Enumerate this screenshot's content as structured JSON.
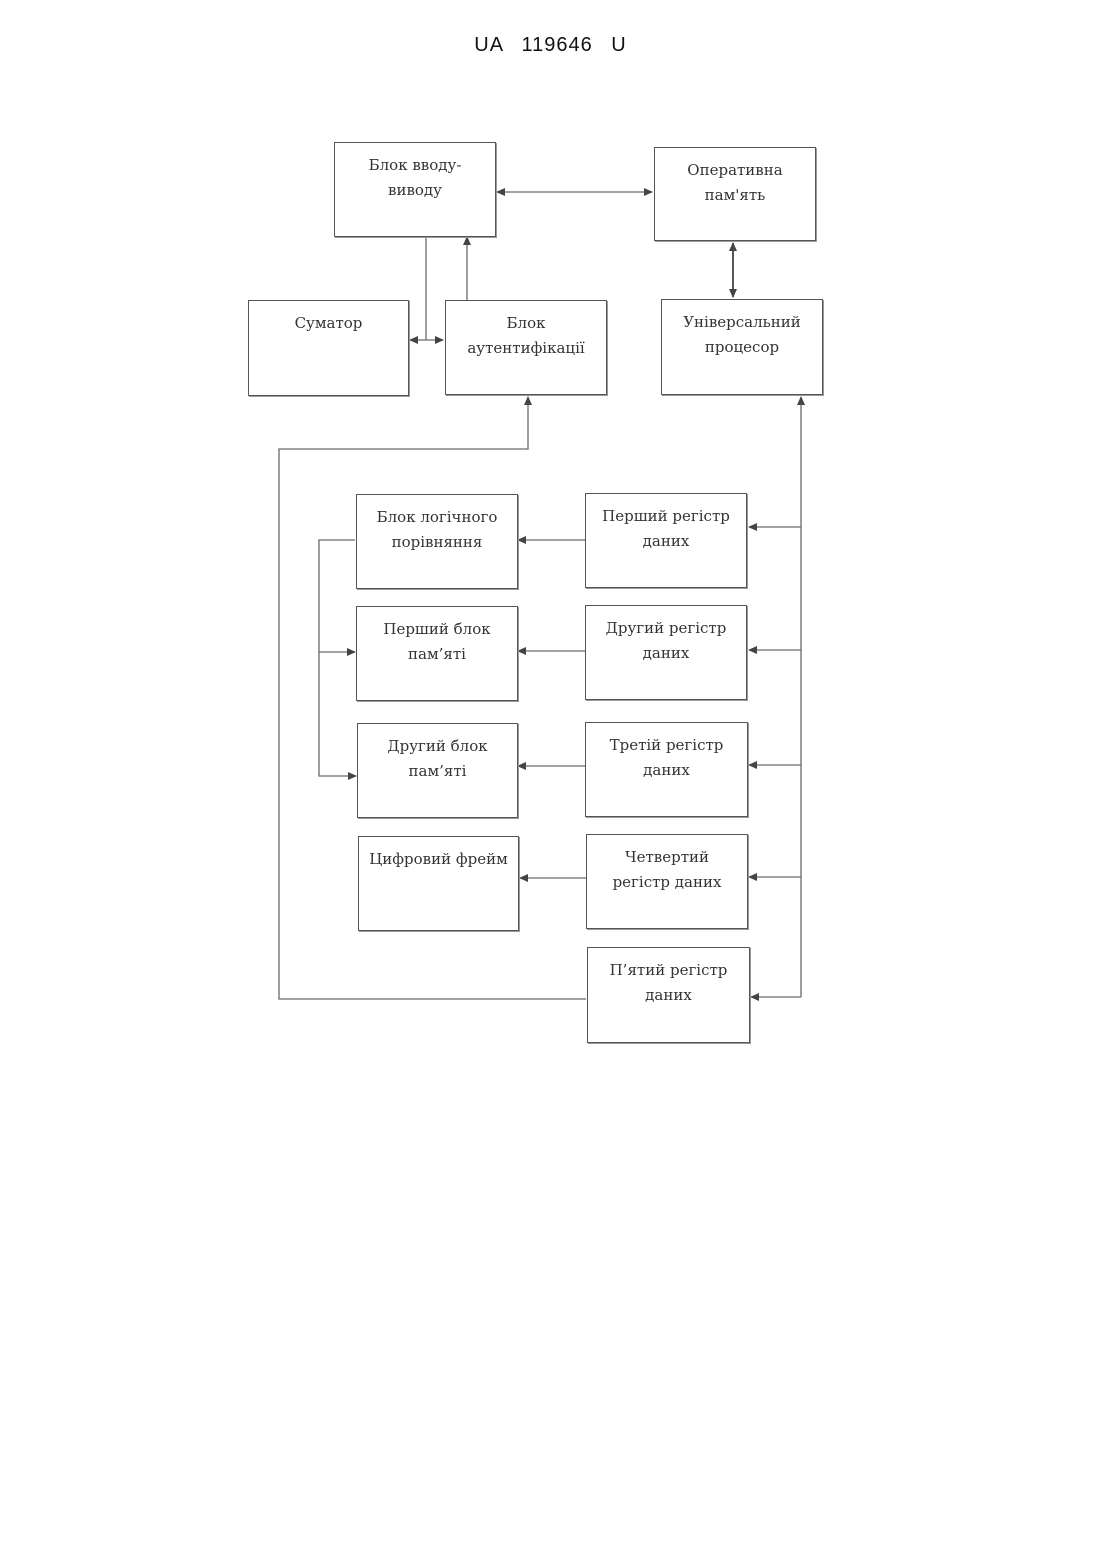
{
  "header": {
    "doc_number": "UA 119646 U"
  },
  "blocks": {
    "io": {
      "label": "Блок вводу-\nвиводу"
    },
    "ram": {
      "label": "Оперативна\nпам'ять"
    },
    "adder": {
      "label": "Суматор"
    },
    "auth": {
      "label": "Блок\nаутентифікації"
    },
    "cpu": {
      "label": "Універсальний\nпроцесор"
    },
    "logic_compare": {
      "label": "Блок логічного\nпорівняння"
    },
    "reg1": {
      "label": "Перший регістр\nданих"
    },
    "mem1": {
      "label": "Перший блок\nпам’яті"
    },
    "reg2": {
      "label": "Другий регістр\nданих"
    },
    "mem2": {
      "label": "Другий блок\nпам’яті"
    },
    "reg3": {
      "label": "Третій регістр\nданих"
    },
    "digital_frame": {
      "label": "Цифровий фрейм"
    },
    "reg4": {
      "label": "Четвертий\nрегістр даних"
    },
    "reg5": {
      "label": "П’ятий регістр\nданих"
    }
  },
  "colors": {
    "line": "#6a6a6a",
    "border": "#555555",
    "text": "#333333"
  }
}
